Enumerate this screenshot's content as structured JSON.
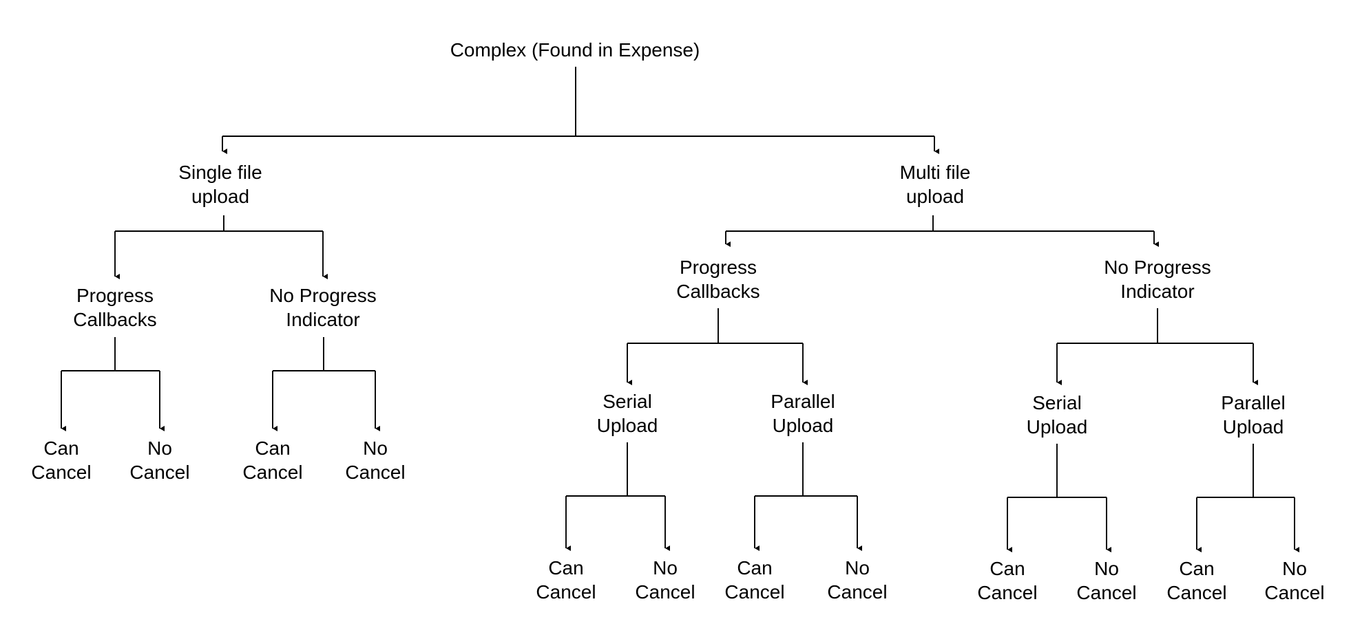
{
  "nodes": {
    "root": {
      "lines": [
        "Complex (Found in Expense)"
      ]
    },
    "single": {
      "lines": [
        "Single file",
        "upload"
      ]
    },
    "multi": {
      "lines": [
        "Multi file",
        "upload"
      ]
    },
    "s_prog": {
      "lines": [
        "Progress",
        "Callbacks"
      ]
    },
    "s_noprog": {
      "lines": [
        "No Progress",
        "Indicator"
      ]
    },
    "s_prog_can": {
      "lines": [
        "Can",
        "Cancel"
      ]
    },
    "s_prog_no": {
      "lines": [
        "No",
        "Cancel"
      ]
    },
    "s_noprog_can": {
      "lines": [
        "Can",
        "Cancel"
      ]
    },
    "s_noprog_no": {
      "lines": [
        "No",
        "Cancel"
      ]
    },
    "m_prog": {
      "lines": [
        "Progress",
        "Callbacks"
      ]
    },
    "m_noprog": {
      "lines": [
        "No Progress",
        "Indicator"
      ]
    },
    "m_prog_serial": {
      "lines": [
        "Serial",
        "Upload"
      ]
    },
    "m_prog_parallel": {
      "lines": [
        "Parallel",
        "Upload"
      ]
    },
    "m_noprog_serial": {
      "lines": [
        "Serial",
        "Upload"
      ]
    },
    "m_noprog_parallel": {
      "lines": [
        "Parallel",
        "Upload"
      ]
    },
    "mps_can": {
      "lines": [
        "Can",
        "Cancel"
      ]
    },
    "mps_no": {
      "lines": [
        "No",
        "Cancel"
      ]
    },
    "mpp_can": {
      "lines": [
        "Can",
        "Cancel"
      ]
    },
    "mpp_no": {
      "lines": [
        "No",
        "Cancel"
      ]
    },
    "mns_can": {
      "lines": [
        "Can",
        "Cancel"
      ]
    },
    "mns_no": {
      "lines": [
        "No",
        "Cancel"
      ]
    },
    "mnp_can": {
      "lines": [
        "Can",
        "Cancel"
      ]
    },
    "mnp_no": {
      "lines": [
        "No",
        "Cancel"
      ]
    }
  },
  "edges": [
    {
      "from": "root",
      "to": [
        "single",
        "multi"
      ]
    },
    {
      "from": "single",
      "to": [
        "s_prog",
        "s_noprog"
      ]
    },
    {
      "from": "s_prog",
      "to": [
        "s_prog_can",
        "s_prog_no"
      ]
    },
    {
      "from": "s_noprog",
      "to": [
        "s_noprog_can",
        "s_noprog_no"
      ]
    },
    {
      "from": "multi",
      "to": [
        "m_prog",
        "m_noprog"
      ]
    },
    {
      "from": "m_prog",
      "to": [
        "m_prog_serial",
        "m_prog_parallel"
      ]
    },
    {
      "from": "m_noprog",
      "to": [
        "m_noprog_serial",
        "m_noprog_parallel"
      ]
    },
    {
      "from": "m_prog_serial",
      "to": [
        "mps_can",
        "mps_no"
      ]
    },
    {
      "from": "m_prog_parallel",
      "to": [
        "mpp_can",
        "mpp_no"
      ]
    },
    {
      "from": "m_noprog_serial",
      "to": [
        "mns_can",
        "mns_no"
      ]
    },
    {
      "from": "m_noprog_parallel",
      "to": [
        "mnp_can",
        "mnp_no"
      ]
    }
  ],
  "colors": {
    "line": "#000000",
    "text": "#000000",
    "background": "#ffffff"
  }
}
